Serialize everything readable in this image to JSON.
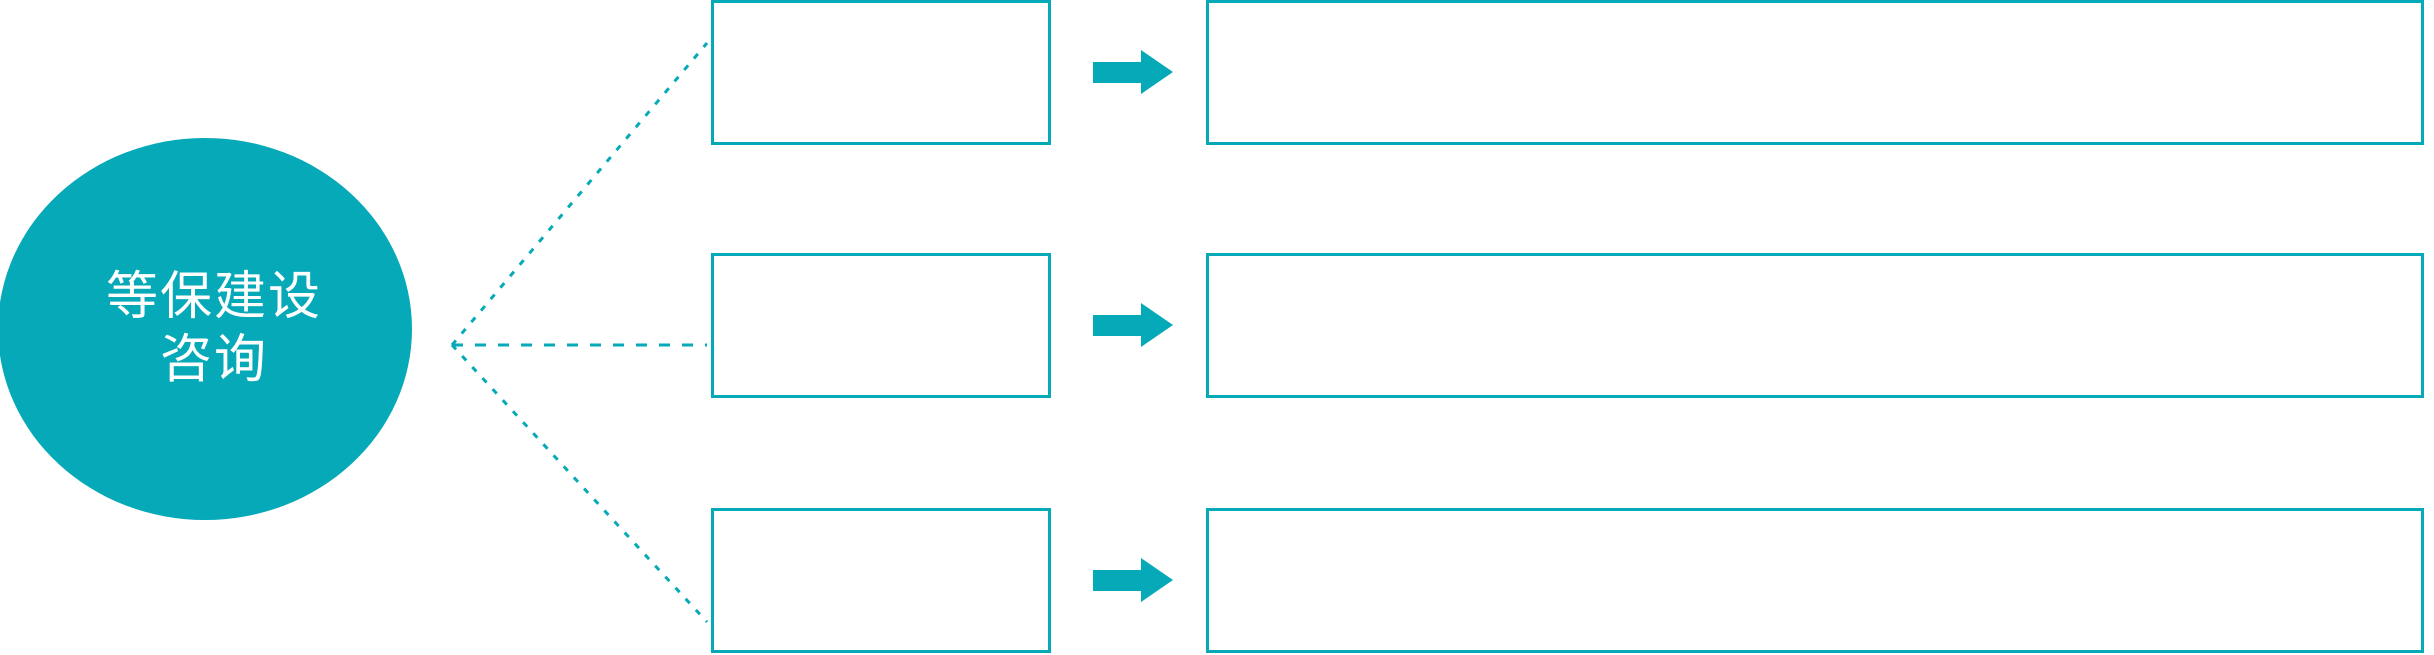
{
  "diagram": {
    "title": "等保建设咨询",
    "type": "hub-and-spoke",
    "accent_color": "#06A9B8",
    "background_color": "#FFFFFF",
    "text_color": "#FFFFFF"
  },
  "hub": {
    "label": "等保建设\n咨询",
    "shape": "circle",
    "fill": "#06A9B8"
  },
  "connectors": {
    "style": "dotted",
    "color": "#06A9B8",
    "count": 3,
    "origin_label": "等保建设咨询"
  },
  "rows": [
    {
      "stage_label": "",
      "detail_label": "",
      "arrow_label": "arrow-right"
    },
    {
      "stage_label": "",
      "detail_label": "",
      "arrow_label": "arrow-right"
    },
    {
      "stage_label": "",
      "detail_label": "",
      "arrow_label": "arrow-right"
    }
  ]
}
